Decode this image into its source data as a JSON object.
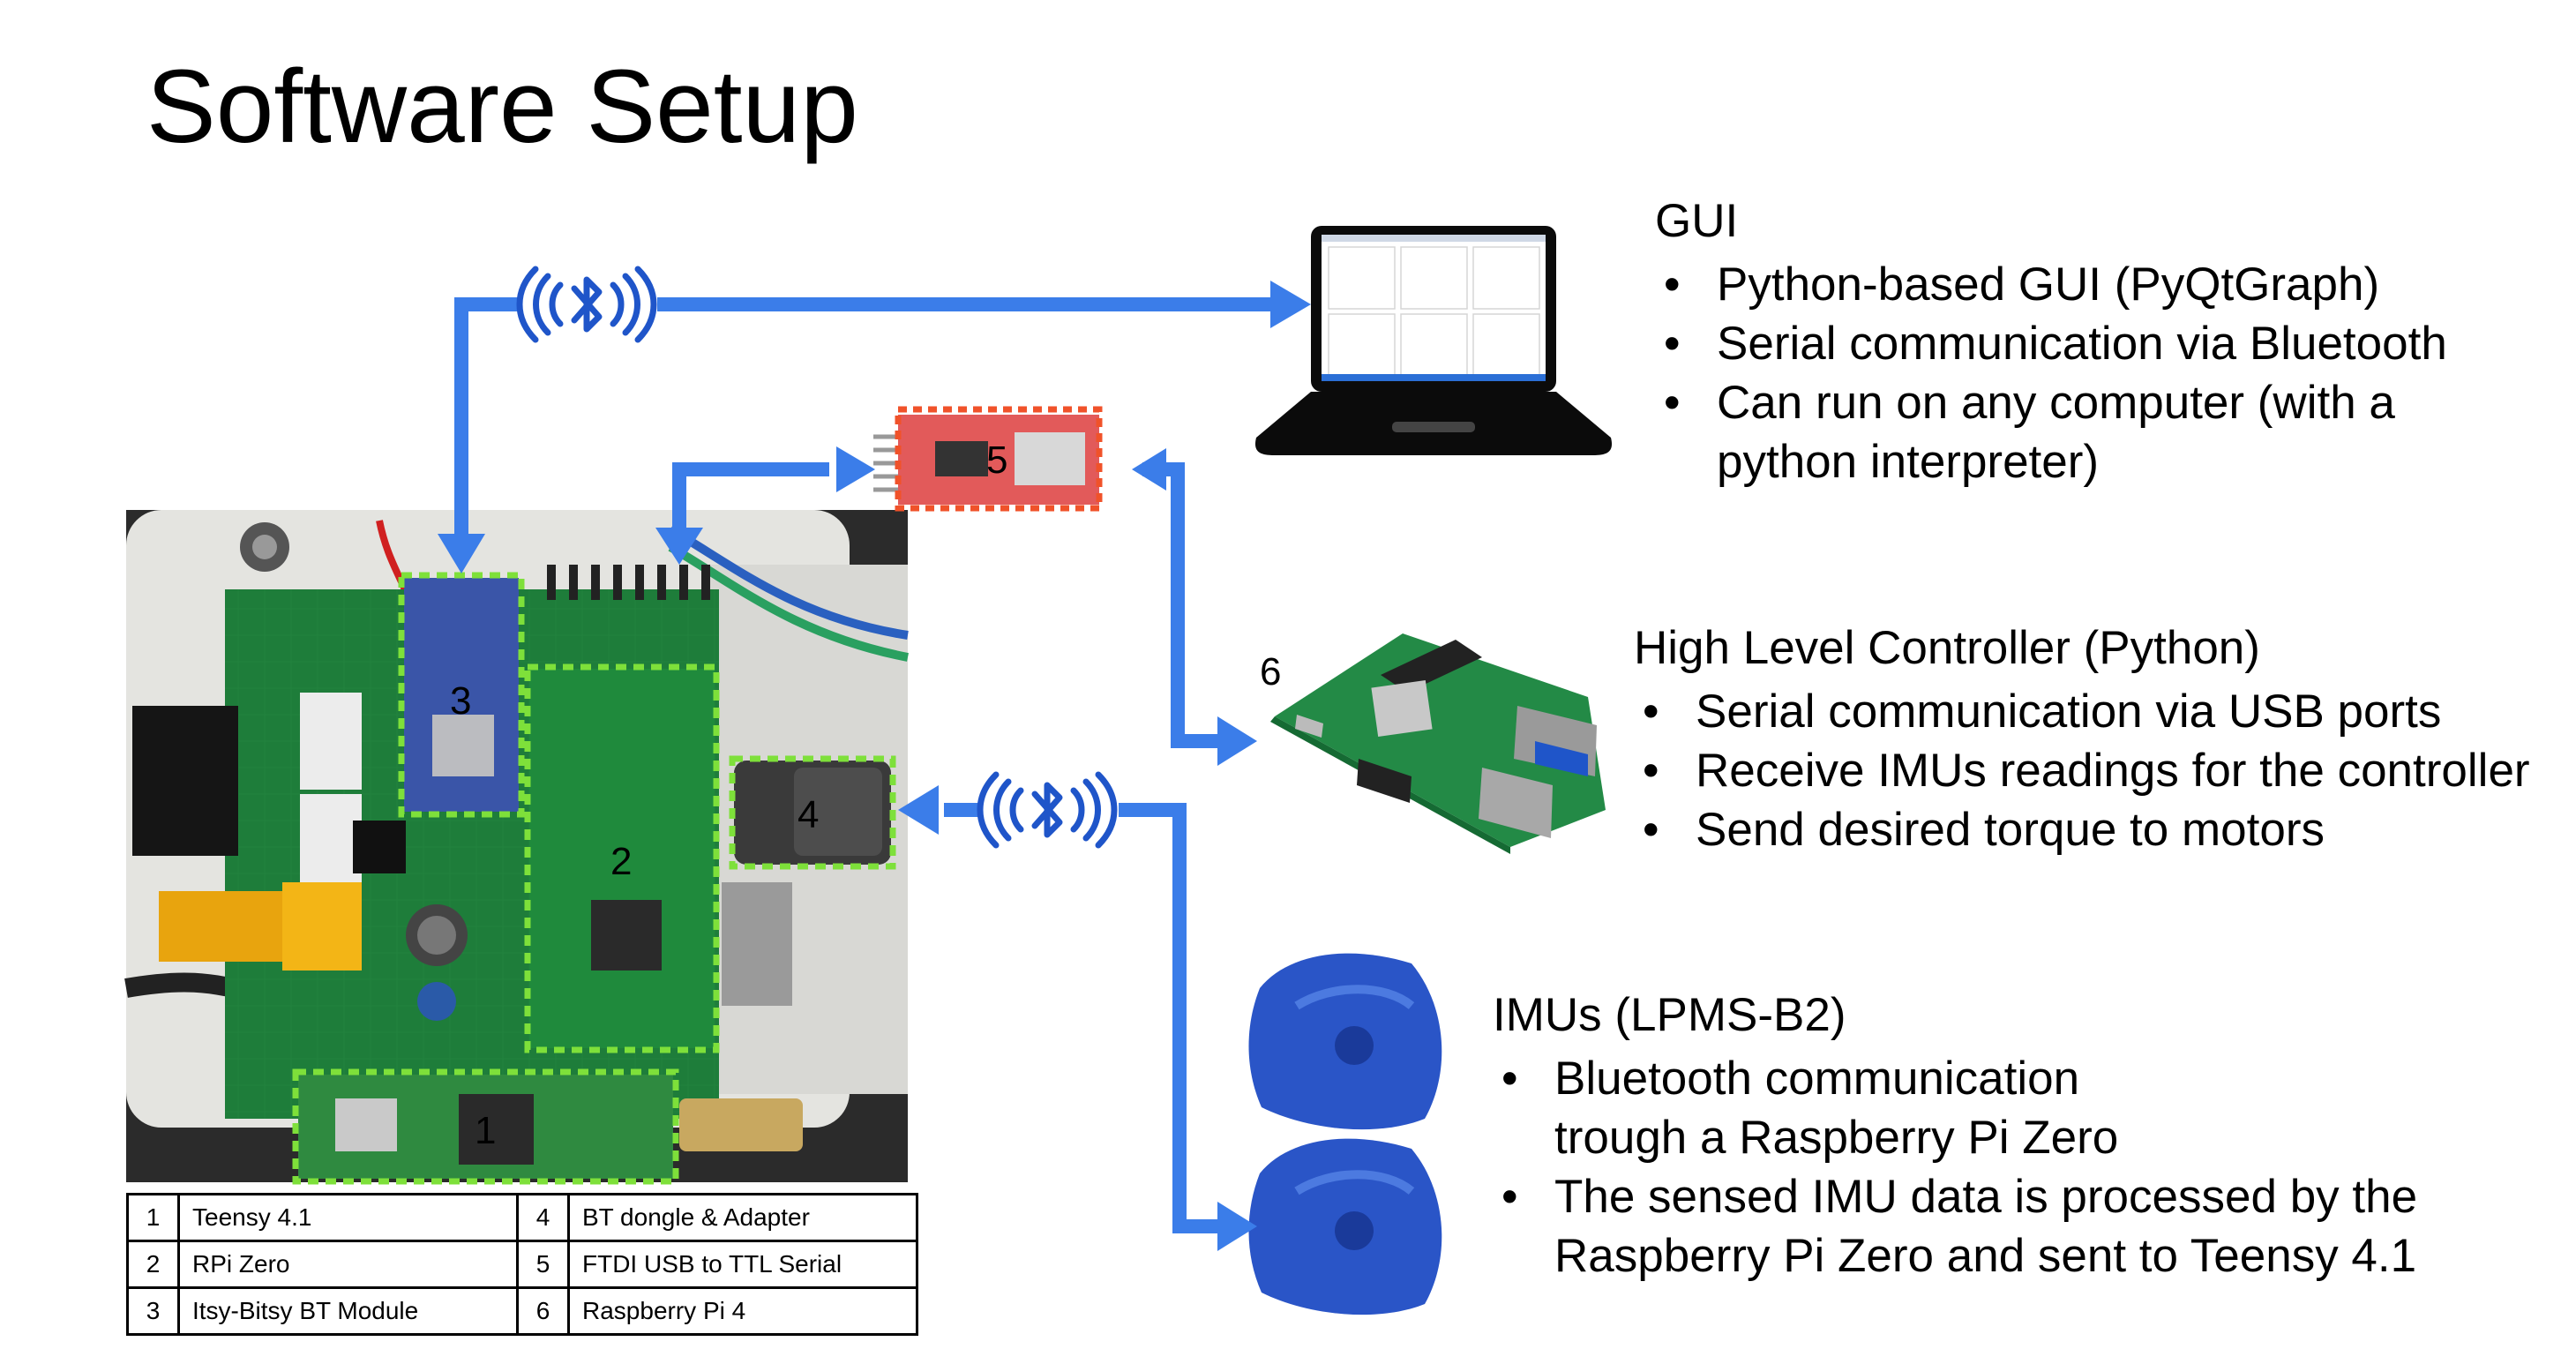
{
  "title": "Software Setup",
  "sections": {
    "gui": {
      "title": "GUI",
      "bullets": [
        "Python-based GUI (PyQtGraph)",
        "Serial communication via Bluetooth",
        "Can run on any computer (with a python interpreter)"
      ]
    },
    "hlc": {
      "title": "High Level Controller (Python)",
      "bullets": [
        "Serial communication via USB ports",
        "Receive IMUs readings for the controller",
        "Send desired torque to motors"
      ]
    },
    "imus": {
      "title": "IMUs (LPMS-B2)",
      "bullets": [
        "Bluetooth communication trough a Raspberry Pi Zero",
        "The sensed IMU data is processed by the Raspberry Pi Zero and sent to Teensy 4.1"
      ]
    }
  },
  "board_labels": [
    "1",
    "2",
    "3",
    "4",
    "5",
    "6"
  ],
  "parts_table": [
    [
      {
        "num": "1",
        "name": "Teensy 4.1"
      },
      {
        "num": "4",
        "name": "BT dongle & Adapter"
      }
    ],
    [
      {
        "num": "2",
        "name": "RPi Zero"
      },
      {
        "num": "5",
        "name": "FTDI USB to TTL Serial"
      }
    ],
    [
      {
        "num": "3",
        "name": "Itsy-Bitsy BT Module"
      },
      {
        "num": "6",
        "name": "Raspberry Pi 4"
      }
    ]
  ],
  "colors": {
    "arrow": "#3b7de9",
    "highlight": "#7ee03a",
    "ftdi_highlight": "#f0522a",
    "bluetooth": "#1f55c9",
    "pcb": "#1e7d3a",
    "imu": "#2a55c7"
  },
  "icons": [
    "bluetooth-icon",
    "laptop-icon",
    "raspberry-pi-board",
    "imu-sensor"
  ]
}
